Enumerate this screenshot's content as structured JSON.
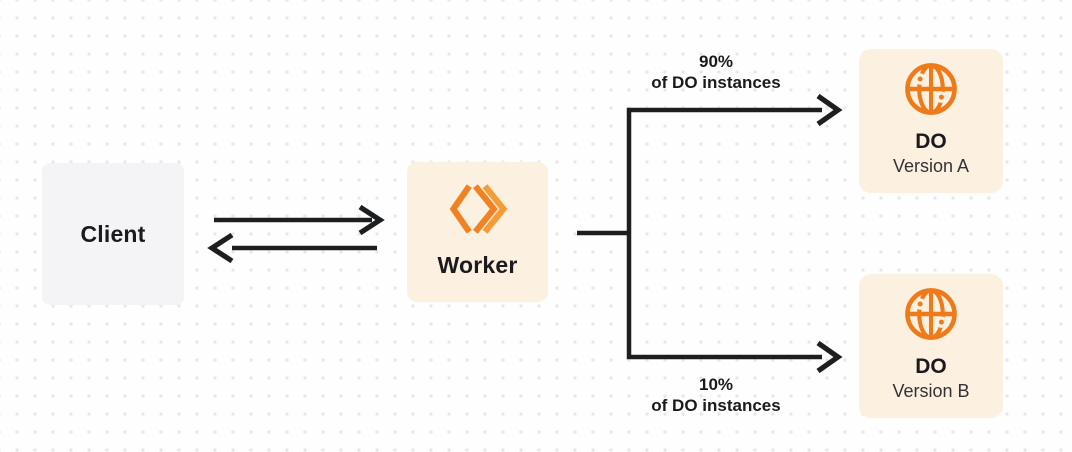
{
  "theme": {
    "canvas_bg": "#fefefe",
    "dot_color": "#e8e8ea",
    "line_color": "#1d1e20",
    "accent_orange": "#ee7a1a",
    "worker_icon_orange": "#f08222",
    "worker_icon_orange_light": "#f69c36",
    "peach_bg": "#fcf0e1",
    "client_bg": "#f4f4f6",
    "text_primary": "#1b1b1d",
    "text_secondary": "#333336"
  },
  "nodes": {
    "client": {
      "label": "Client"
    },
    "worker": {
      "label": "Worker",
      "icon": "cloudflare-workers-logo-icon"
    },
    "do_a": {
      "title": "DO",
      "subtitle": "Version A",
      "icon": "durable-object-globe-icon"
    },
    "do_b": {
      "title": "DO",
      "subtitle": "Version B",
      "icon": "durable-object-globe-icon"
    }
  },
  "branch_labels": {
    "top": {
      "percent": "90%",
      "caption": "of DO instances"
    },
    "bottom": {
      "percent": "10%",
      "caption": "of DO instances"
    }
  }
}
